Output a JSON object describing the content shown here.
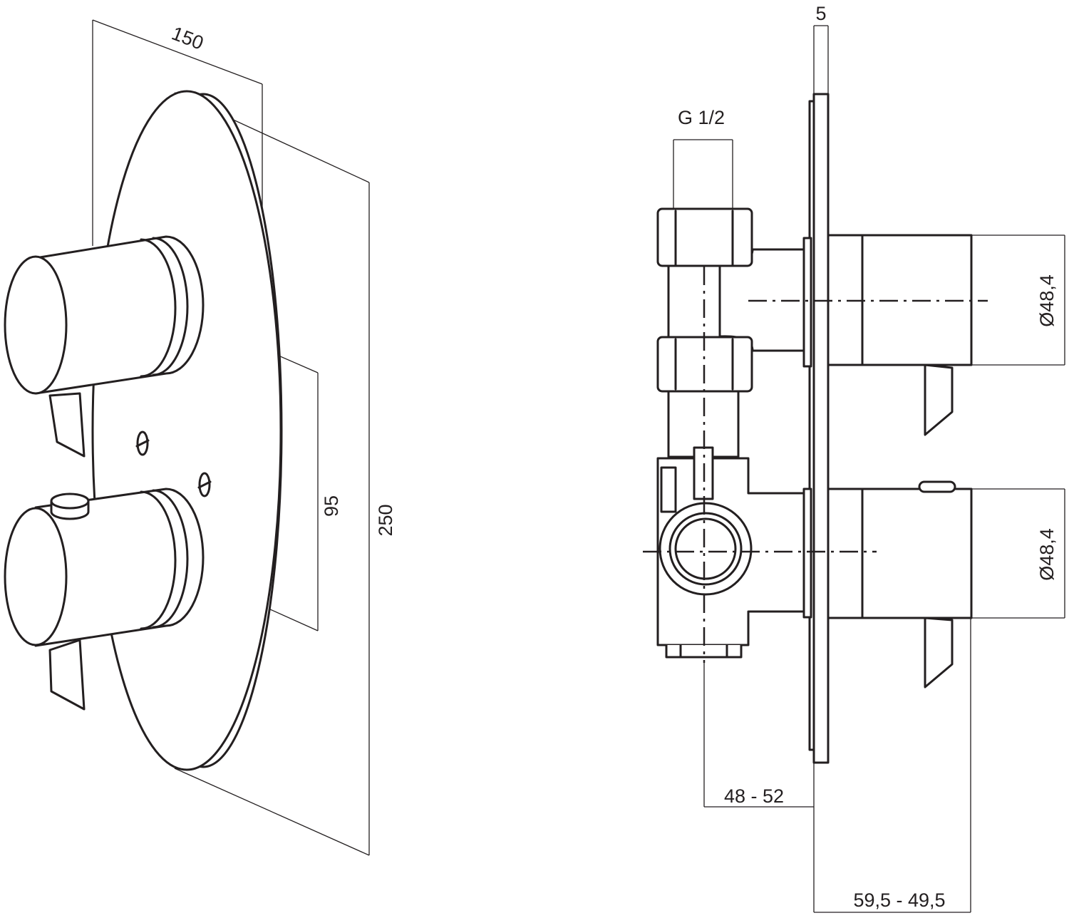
{
  "diagram": {
    "left_view": {
      "dim_width": "150",
      "dim_knob_spacing": "95",
      "dim_height": "250"
    },
    "right_view": {
      "dim_plate_thickness": "5",
      "dim_thread": "G 1/2",
      "dim_knob_diameter_top": "Ø48,4",
      "dim_knob_diameter_bottom": "Ø48,4",
      "dim_wall_depth": "48 - 52",
      "dim_projection": "59,5 - 49,5"
    },
    "colors": {
      "line": "#231f20",
      "background": "#ffffff"
    }
  }
}
